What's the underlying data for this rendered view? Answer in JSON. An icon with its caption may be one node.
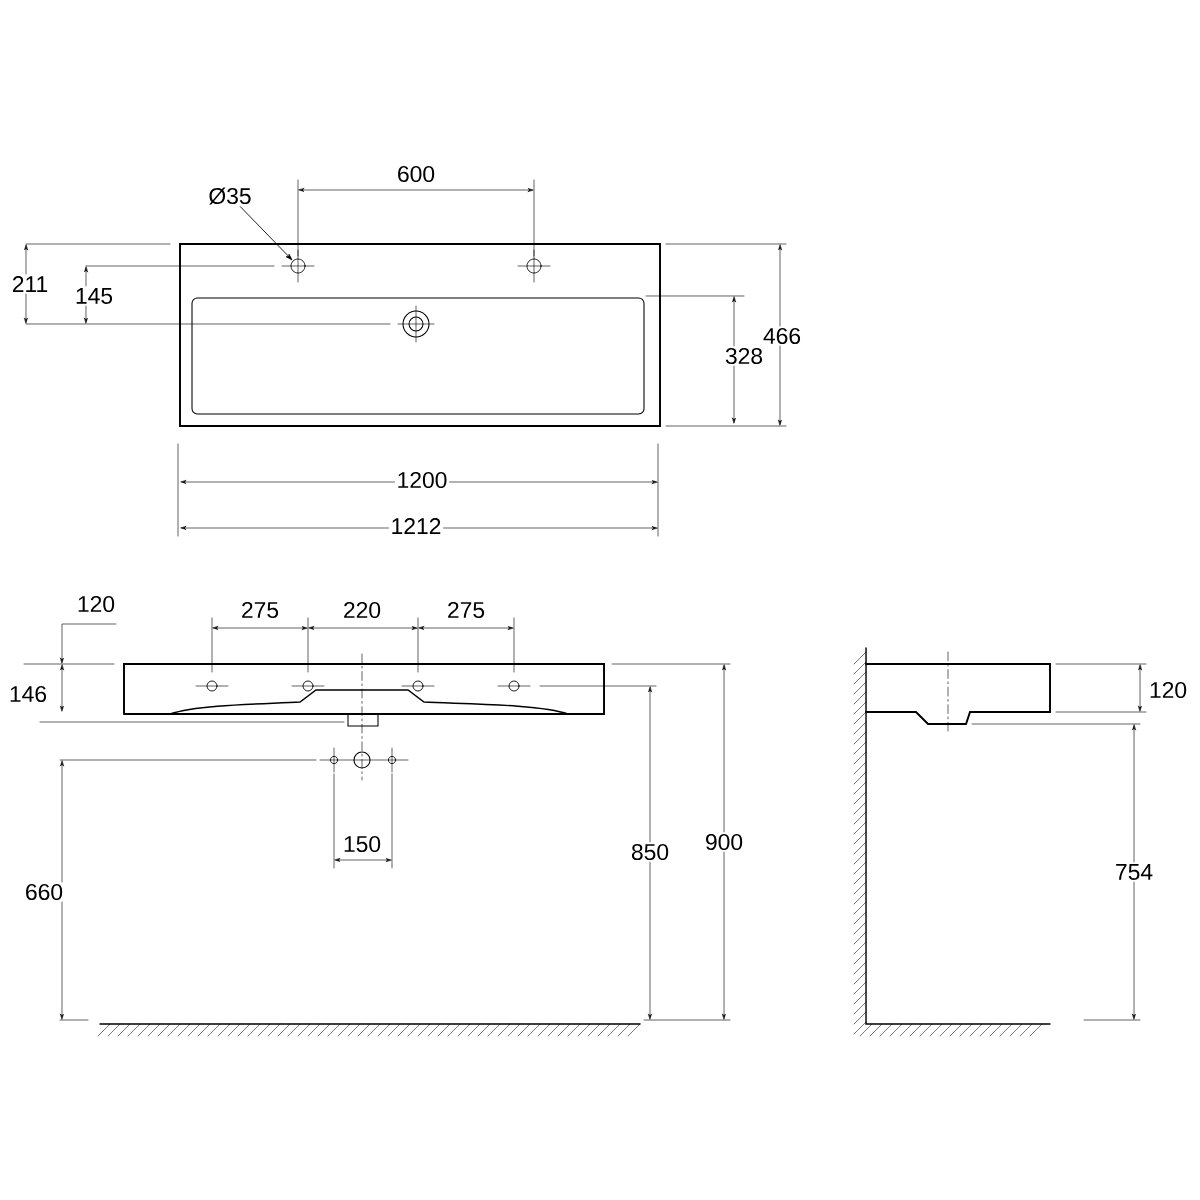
{
  "diagram": {
    "nodes": [
      {
        "text": [
          "Ø35"
        ]
      },
      {
        "text": [],
        "shape": "circle"
      }
    ],
    "edges": [
      {
        "from": 0,
        "to": 1,
        "arrow": "to"
      }
    ],
    "labels": [
      "600",
      "211",
      "145",
      "328",
      "466",
      "1200",
      "1212",
      "120",
      "275",
      "220",
      "275",
      "146",
      "150",
      "850",
      "900",
      "660",
      "120",
      "754"
    ]
  }
}
